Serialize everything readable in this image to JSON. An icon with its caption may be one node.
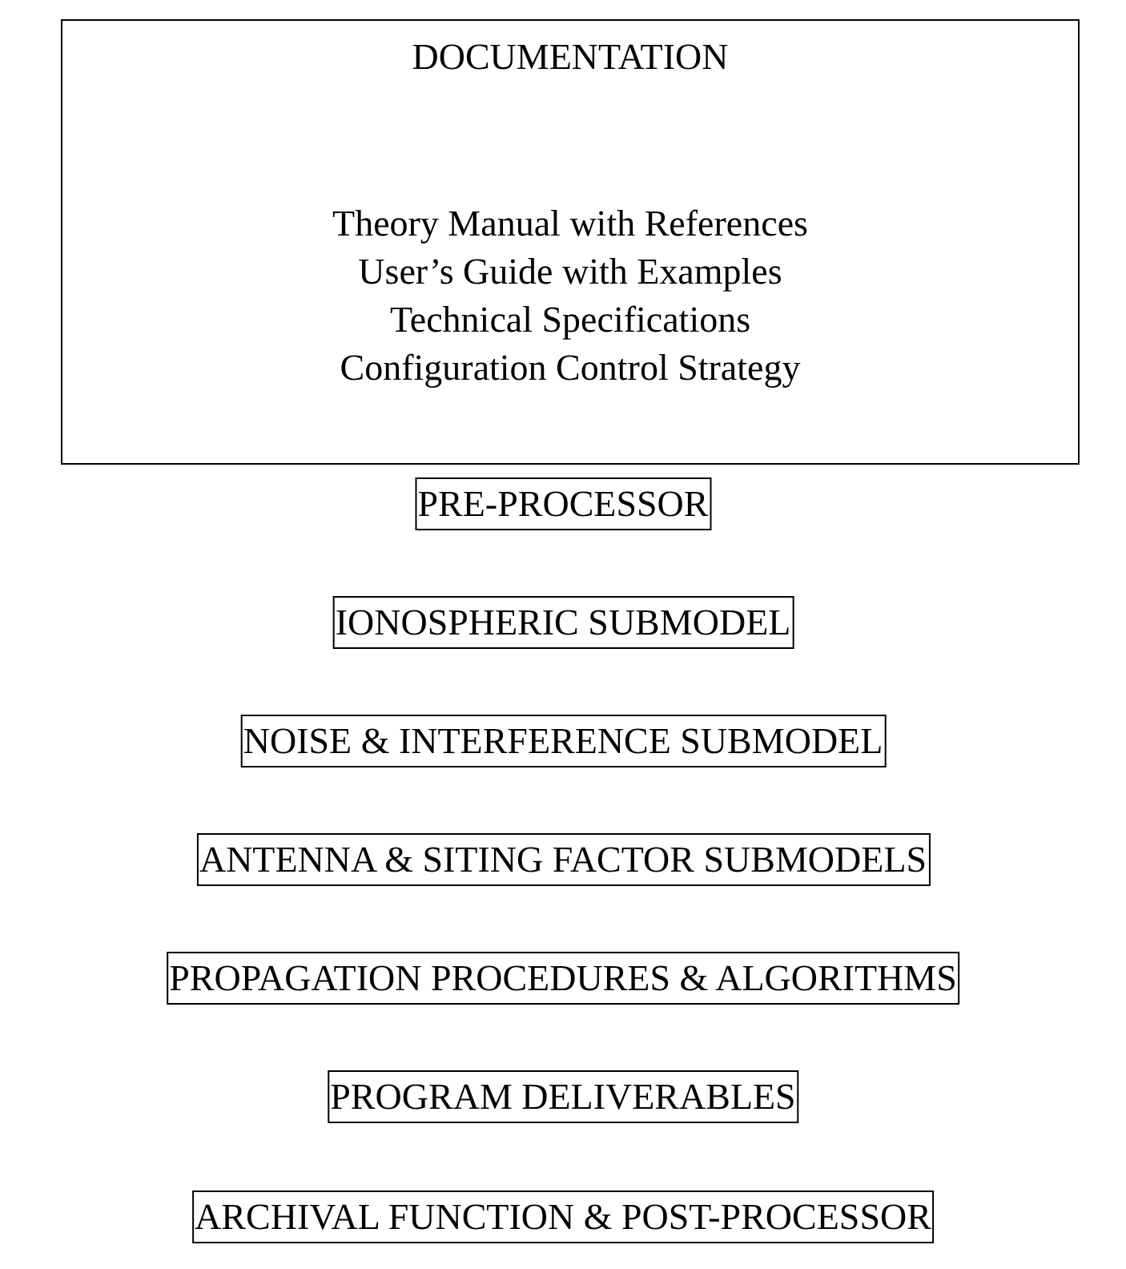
{
  "diagram": {
    "nodes": [
      {
        "text": [
          "DOCUMENTATION",
          "Theory Manual with References",
          "User’s Guide with Examples",
          "Technical Specifications",
          "Configuration Control Strategy"
        ]
      },
      {
        "text": [
          "PRE-PROCESSOR"
        ]
      },
      {
        "text": [
          "IONOSPHERIC SUBMODEL"
        ]
      },
      {
        "text": [
          "NOISE & INTERFERENCE SUBMODEL"
        ]
      },
      {
        "text": [
          "ANTENNA & SITING FACTOR SUBMODELS"
        ]
      },
      {
        "text": [
          "PROPAGATION PROCEDURES & ALGORITHMS"
        ]
      },
      {
        "text": [
          "PROGRAM DELIVERABLES"
        ]
      },
      {
        "text": [
          "ARCHIVAL FUNCTION & POST-PROCESSOR"
        ]
      }
    ]
  }
}
